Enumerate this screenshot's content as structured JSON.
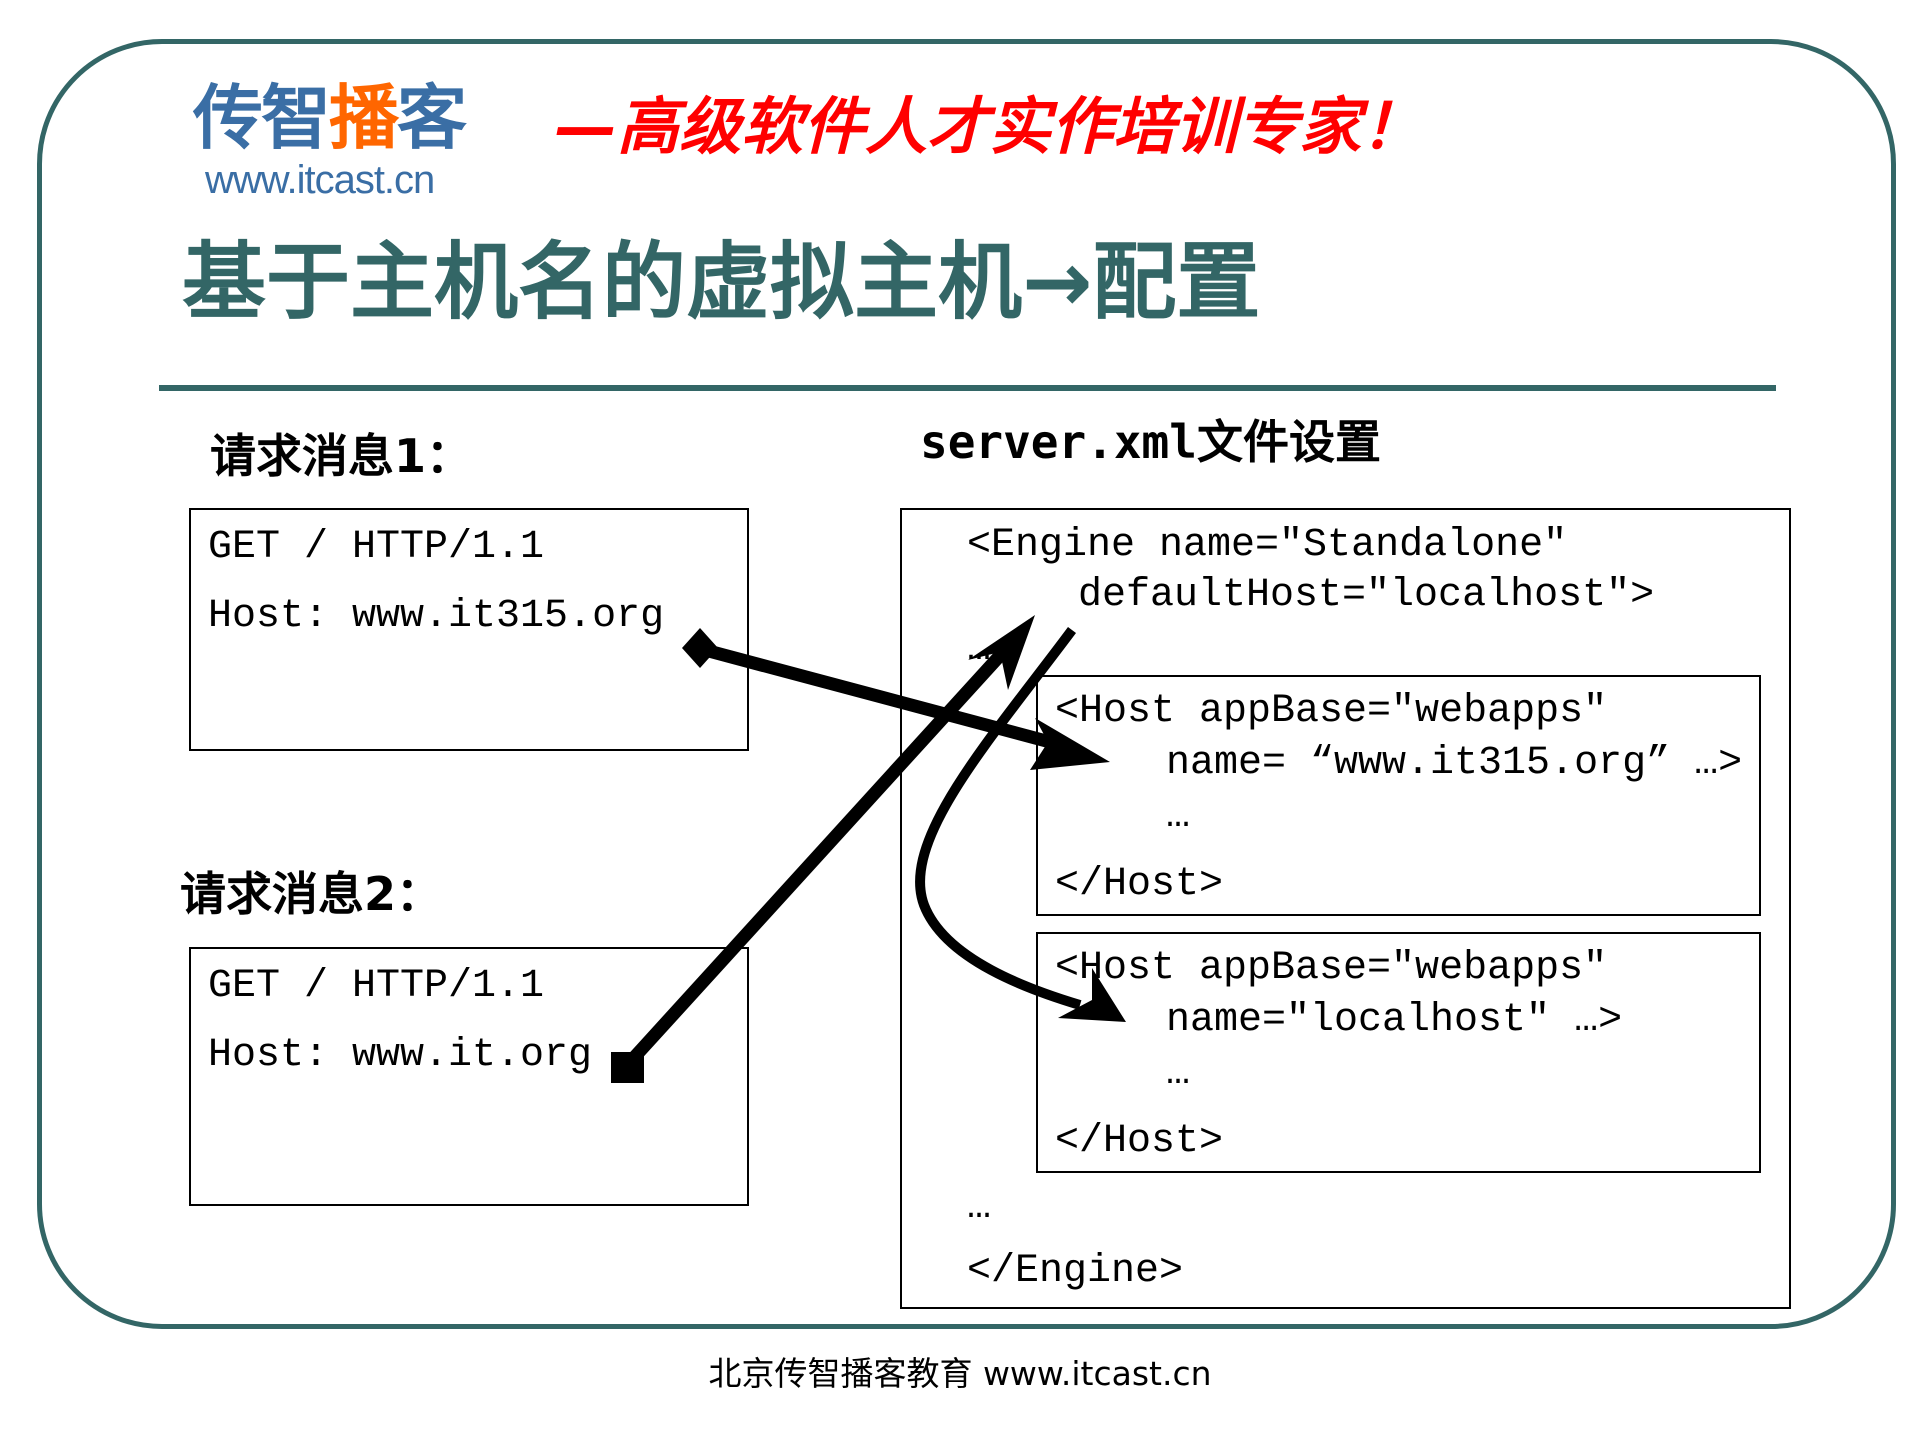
{
  "header": {
    "logo": {
      "chars_normal_1": "传智",
      "chars_highlight": "播",
      "chars_normal_2": "客",
      "url": "www.itcast.cn"
    },
    "slogan": "—高级软件人才实作培训专家！",
    "title": "基于主机名的虚拟主机→配置"
  },
  "left": {
    "request1": {
      "label": "请求消息1：",
      "lines": [
        "GET / HTTP/1.1",
        "Host: www.it315.org"
      ]
    },
    "request2": {
      "label": "请求消息2：",
      "lines": [
        "GET / HTTP/1.1",
        "Host: www.it.org"
      ]
    }
  },
  "right": {
    "label": "server.xml文件设置",
    "engine_open_1": "<Engine name=\"Standalone\"",
    "engine_open_2": "defaultHost=\"localhost\">",
    "engine_dots_top": "…",
    "host1": {
      "line1": "<Host appBase=\"webapps\"",
      "line2": "name= “www.it315.org” …>",
      "line3": "…",
      "line4": "</Host>"
    },
    "host2": {
      "line1": "<Host appBase=\"webapps\"",
      "line2": "name=\"localhost\" …>",
      "line3": "…",
      "line4": "</Host>"
    },
    "engine_dots": "…",
    "engine_close": "</Engine>"
  },
  "footer": "北京传智播客教育 www.itcast.cn",
  "colors": {
    "frame": "#336666",
    "title": "#336666",
    "slogan": "#ff0000",
    "logo_blue": "#3a6ea5",
    "logo_orange": "#ff6600"
  }
}
